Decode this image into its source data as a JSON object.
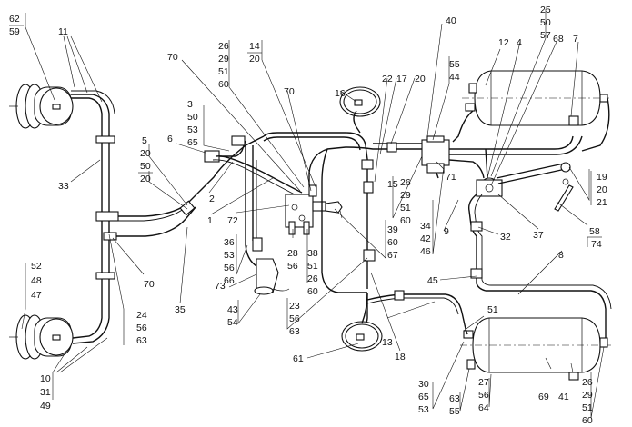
{
  "labels": {
    "l62": "62",
    "l59": "59",
    "l11": "11",
    "l33": "33",
    "l52": "52",
    "l48": "48",
    "l47": "47",
    "l10": "10",
    "l31": "31",
    "l49": "49",
    "l24": "24",
    "l56a": "56",
    "l63a": "63",
    "l35": "35",
    "l70a": "70",
    "l70b": "70",
    "l70c": "70",
    "l5": "5",
    "l20a": "20",
    "l50a": "50",
    "l20b": "20",
    "l6": "6",
    "l2": "2",
    "l1": "1",
    "l3": "3",
    "l50b": "50",
    "l53a": "53",
    "l65a": "65",
    "l26a": "26",
    "l29a": "29",
    "l51a": "51",
    "l60a": "60",
    "l14": "14",
    "l20c": "20",
    "l72": "72",
    "l36": "36",
    "l53b": "53",
    "l56b": "56",
    "l66": "66",
    "l73": "73",
    "l43": "43",
    "l54": "54",
    "l28": "28",
    "l56c": "56",
    "l38": "38",
    "l51b": "51",
    "l26b": "26",
    "l60b": "60",
    "l16": "16",
    "l22": "22",
    "l17": "17",
    "l20d": "20",
    "l39": "39",
    "l60c": "60",
    "l67": "67",
    "l23": "23",
    "l56d": "56",
    "l63b": "63",
    "l40": "40",
    "l55a": "55",
    "l44": "44",
    "l15": "15",
    "l26c": "26",
    "l29b": "29",
    "l51c": "51",
    "l60d": "60",
    "l71": "71",
    "l34": "34",
    "l42": "42",
    "l46": "46",
    "l9": "9",
    "l32": "32",
    "l12": "12",
    "l4": "4",
    "l25": "25",
    "l50c": "50",
    "l57": "57",
    "l68": "68",
    "l7": "7",
    "l19": "19",
    "l20e": "20",
    "l21": "21",
    "l37": "37",
    "l58": "58",
    "l74": "74",
    "l8": "8",
    "l45": "45",
    "l61": "61",
    "l18": "18",
    "l13": "13",
    "l51d": "51",
    "l30": "30",
    "l65b": "65",
    "l53c": "53",
    "l63c": "63",
    "l55b": "55",
    "l27": "27",
    "l56e": "56",
    "l64": "64",
    "l69": "69",
    "l41": "41",
    "l26d": "26",
    "l29c": "29",
    "l51e": "51",
    "l60e": "60"
  }
}
